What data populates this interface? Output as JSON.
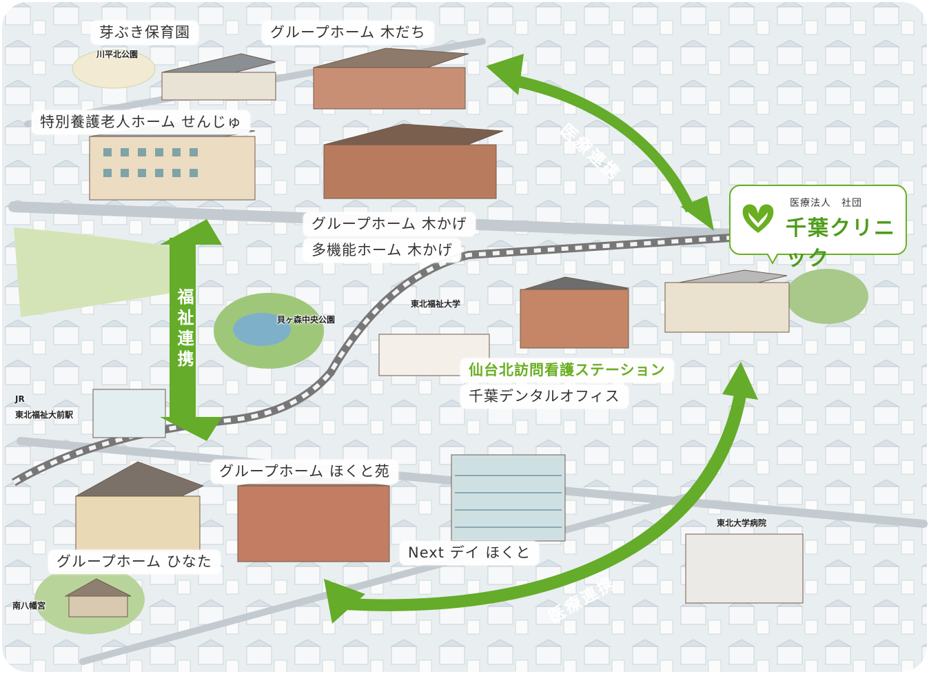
{
  "clinic": {
    "corp": "医療法人　社団",
    "name": "千葉クリニック",
    "brand_color": "#6aae22"
  },
  "facilities": {
    "mebuki": "芽ぶき保育園",
    "kidachi": "グループホーム 木だち",
    "senju": "特別養護老人ホーム せんじゅ",
    "kokage_group": "グループホーム 木かげ",
    "kokage_multi": "多機能ホーム 木かげ",
    "nursing_station": "仙台北訪問看護ステーション",
    "dental": "千葉デンタルオフィス",
    "hokutoen": "グループホーム ほくと苑",
    "hinata": "グループホーム ひなた",
    "next_day": "Next デイ ほくと"
  },
  "places": {
    "kawahira_park": "川平北公園",
    "kaigamori_park": "貝ヶ森中央公園",
    "fukushi_univ": "東北福祉大学",
    "jr": "JR",
    "station": "東北福祉大前駅",
    "hospital": "東北大学病院",
    "shrine": "南八幡宮"
  },
  "arrows": {
    "medical_top": "医療連携",
    "medical_bottom": "医療連携",
    "welfare": "福祉連携"
  },
  "icons": [
    "green-heart-leaf-logo-icon"
  ]
}
